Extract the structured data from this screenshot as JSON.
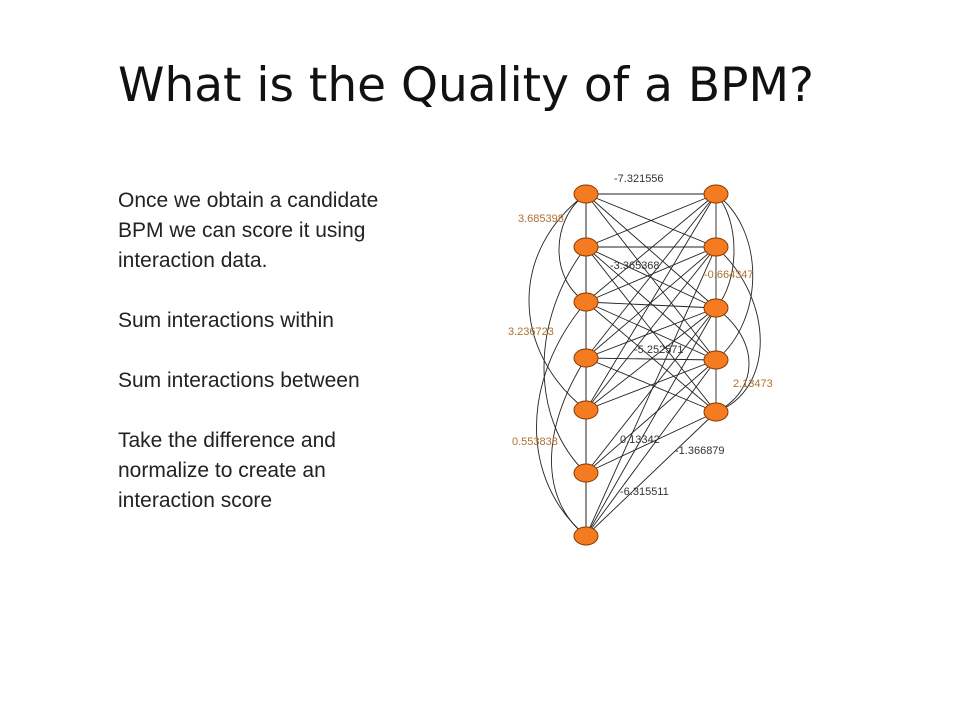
{
  "slide": {
    "title": "What is  the Quality of a BPM?",
    "paragraphs": [
      {
        "lines": [
          "Once we obtain a candidate",
          "BPM  we can score it using",
          "interaction data."
        ]
      },
      {
        "lines": [
          "Sum interactions within"
        ]
      },
      {
        "lines": [
          "Sum interactions between"
        ]
      },
      {
        "lines": [
          "Take the difference and",
          "normalize to create an",
          "interaction score"
        ]
      }
    ]
  },
  "network": {
    "node_color": "#F47B20",
    "node_stroke": "#8a3a00",
    "edge_color": "#222222",
    "label_orange": "#b07030",
    "label_dark": "#333333",
    "weights": [
      {
        "text": "-7.321556",
        "tone": "dark"
      },
      {
        "text": "3.685398",
        "tone": "orange"
      },
      {
        "text": "-3.365368",
        "tone": "dark"
      },
      {
        "text": "-0.664347",
        "tone": "orange"
      },
      {
        "text": "3.236723",
        "tone": "orange"
      },
      {
        "text": "-5.252571",
        "tone": "dark"
      },
      {
        "text": "2.13473",
        "tone": "orange"
      },
      {
        "text": "0.553838",
        "tone": "orange"
      },
      {
        "text": "0.13342",
        "tone": "dark"
      },
      {
        "text": "-1.366879",
        "tone": "dark"
      },
      {
        "text": "-6.315511",
        "tone": "dark"
      }
    ]
  }
}
